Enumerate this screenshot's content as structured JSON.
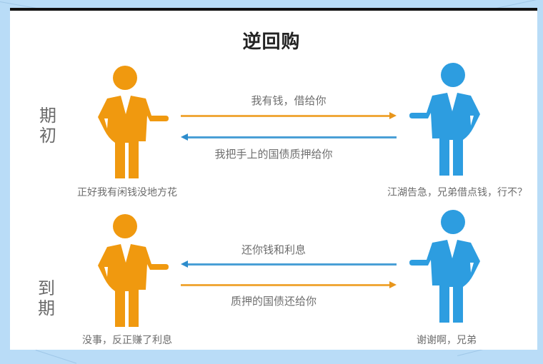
{
  "title": "逆回购",
  "colors": {
    "lender": "#f0990f",
    "borrower": "#2d9de0",
    "frame": "#b9dcf7",
    "card": "#ffffff",
    "text_muted": "#6d6d6d",
    "title_text": "#222222"
  },
  "rows": [
    {
      "phase_label": [
        "期",
        "初"
      ],
      "lender_caption": "正好我有闲钱没地方花",
      "borrower_caption": "江湖告急，兄弟借点钱，行不？",
      "arrows": [
        {
          "direction": "right",
          "color": "orange",
          "label": "我有钱，借给你",
          "label_position": "above"
        },
        {
          "direction": "left",
          "color": "blue",
          "label": "我把手上的国债质押给你",
          "label_position": "below"
        }
      ]
    },
    {
      "phase_label": [
        "到",
        "期"
      ],
      "lender_caption": "没事，反正赚了利息",
      "borrower_caption": "谢谢啊，兄弟",
      "arrows": [
        {
          "direction": "left",
          "color": "blue",
          "label": "还你钱和利息",
          "label_position": "above"
        },
        {
          "direction": "right",
          "color": "orange",
          "label": "质押的国债还给你",
          "label_position": "below"
        }
      ]
    }
  ],
  "icons": {
    "lender": "person-icon-orange",
    "borrower": "person-icon-blue"
  }
}
